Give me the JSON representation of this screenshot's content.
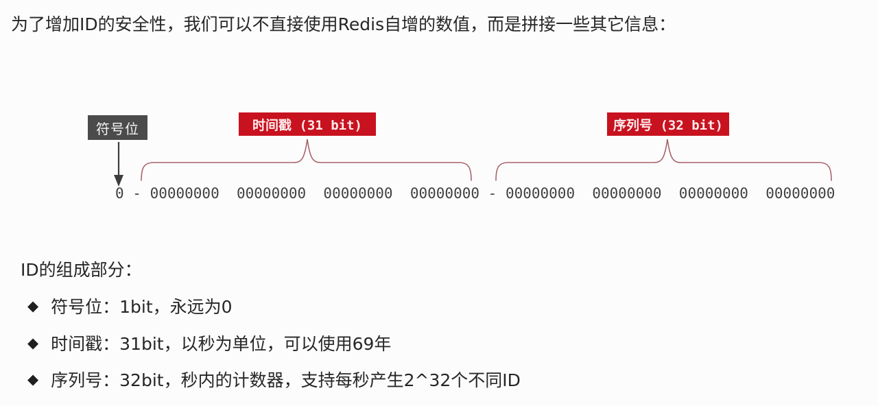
{
  "intro": "为了增加ID的安全性，我们可以不直接使用Redis自增的数值，而是拼接一些其它信息：",
  "diagram": {
    "sign_label": "符号位",
    "timestamp_label": "时间戳 (31 bit)",
    "sequence_label": "序列号 (32 bit)",
    "binary": "0 - 00000000  00000000  00000000  00000000 - 00000000  00000000  00000000  00000000"
  },
  "composition": {
    "title": "ID的组成部分：",
    "bullets": [
      {
        "marker": "◆",
        "text": "符号位：1bit，永远为0"
      },
      {
        "marker": "◆",
        "text": "时间戳：31bit，以秒为单位，可以使用69年"
      },
      {
        "marker": "◆",
        "text": "序列号：32bit，秒内的计数器，支持每秒产生2^32个不同ID"
      }
    ]
  },
  "colors": {
    "accent_red": "#c8121f",
    "box_gray": "#4b4b4b",
    "brace": "#a8636b",
    "arrow": "#3d3d3d"
  }
}
